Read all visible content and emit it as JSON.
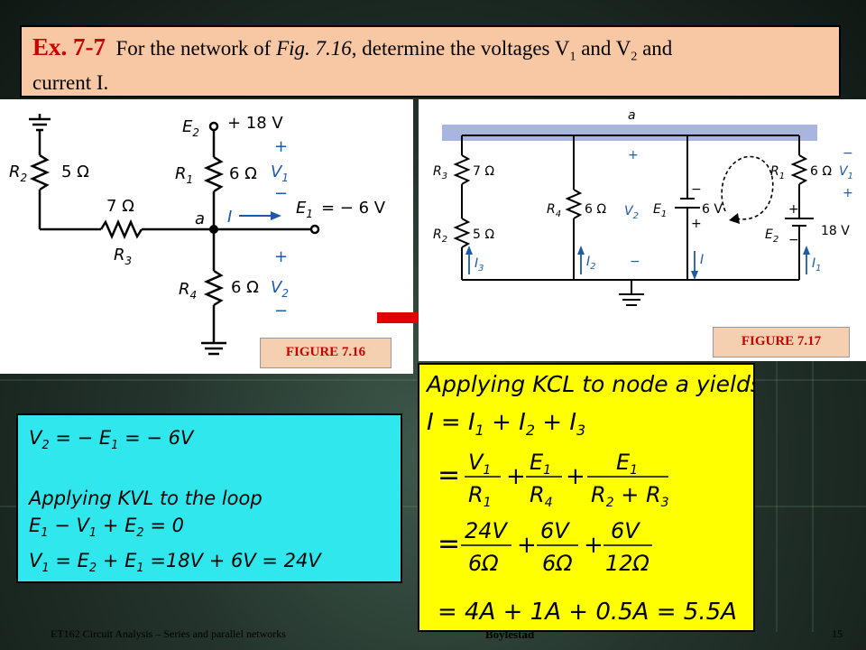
{
  "title": {
    "example": "Ex. 7-7",
    "text_pre": "For the network of ",
    "fig_ref": "Fig. 7.16",
    "text_mid": ", determine the voltages V",
    "sub1": "1",
    "text_and": " and V",
    "sub2": "2",
    "text_end": " and",
    "line2": "current I."
  },
  "fig16": {
    "label": "FIGURE 7.16",
    "labels": {
      "E2": "E",
      "E2_sub": "2",
      "plus18": "+ 18 V",
      "R2": "R",
      "R2_sub": "2",
      "R2_val": "5 Ω",
      "R1": "R",
      "R1_sub": "1",
      "R1_val": "6 Ω",
      "V1": "V",
      "V1_sub": "1",
      "R3_val": "7 Ω",
      "R3": "R",
      "R3_sub": "3",
      "a": "a",
      "I": "I",
      "E1": "E",
      "E1_sub": "1",
      "E1_val": "=   − 6  V",
      "R4": "R",
      "R4_sub": "4",
      "R4_val": "6 Ω",
      "V2": "V",
      "V2_sub": "2",
      "plus": "+",
      "minus": "−"
    }
  },
  "fig17": {
    "label": "FIGURE 7.17",
    "labels": {
      "a": "a",
      "R3": "R",
      "R3_sub": "3",
      "R3_val": "7 Ω",
      "R2": "R",
      "R2_sub": "2",
      "R2_val": "5 Ω",
      "I3": "I",
      "I3_sub": "3",
      "R4": "R",
      "R4_sub": "4",
      "R4_val": "6 Ω",
      "I2": "I",
      "I2_sub": "2",
      "V2": "V",
      "V2_sub": "2",
      "E1": "E",
      "E1_sub": "1",
      "E1_val": "6 V",
      "I": "I",
      "R1": "R",
      "R1_sub": "1",
      "R1_val": "6 Ω",
      "V1": "V",
      "V1_sub": "1",
      "E2": "E",
      "E2_sub": "2",
      "E2_val": "18 V",
      "I1": "I",
      "I1_sub": "1",
      "plus": "+",
      "minus": "−"
    }
  },
  "kvl": {
    "line1": {
      "a": "V",
      "a_sub": "2",
      "b": " = − E",
      "b_sub": "1",
      "c": " = − 6V"
    },
    "line2": "Applying KVL to the loop",
    "line3": {
      "a": "E",
      "a_sub": "1",
      "b": " − V",
      "b_sub": "1",
      "c": " + E",
      "c_sub": "2",
      "d": " = 0"
    },
    "line4": {
      "a": "V",
      "a_sub": "1",
      "b": " = E",
      "b_sub": "2",
      "c": " + E",
      "c_sub": "1",
      "d": " =18V + 6V = 24V"
    }
  },
  "kcl": {
    "heading": "Applying KCL to node a yields",
    "eq1": {
      "lhs": "I = I",
      "s1": "1",
      "p2": " + I",
      "s2": "2",
      "p3": " + I",
      "s3": "3"
    },
    "eq2": {
      "eq": "=",
      "f1n": "V",
      "f1ns": "1",
      "f1d": "R",
      "f1ds": "1",
      "plus": "+",
      "f2n": "E",
      "f2ns": "1",
      "f2d": "R",
      "f2ds": "4",
      "f3n": "E",
      "f3ns": "1",
      "f3d1": "R",
      "f3d1s": "2",
      "f3dp": " + ",
      "f3d2": "R",
      "f3d2s": "3"
    },
    "eq3": {
      "eq": "=",
      "f1n": "24V",
      "f1d": "6Ω",
      "plus": "+",
      "f2n": "6V",
      "f2d": "6Ω",
      "f3n": "6V",
      "f3d": "12Ω"
    },
    "eq4": "= 4A + 1A + 0.5A = 5.5A"
  },
  "footer": {
    "left": "ET162 Circuit Analysis – Series and parallel networks",
    "center": "Boylestad",
    "page": "15"
  }
}
